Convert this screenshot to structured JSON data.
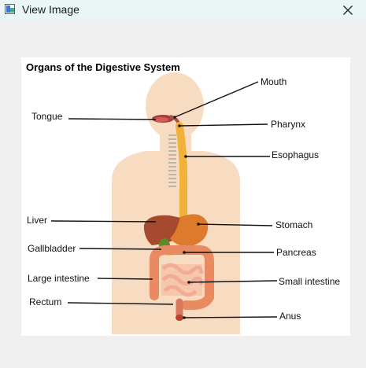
{
  "window": {
    "title": "View Image",
    "app_icon": "image-viewer-icon",
    "close_icon": "close-icon"
  },
  "figure": {
    "title": "Organs of the Digestive System",
    "labels": {
      "mouth": "Mouth",
      "tongue": "Tongue",
      "pharynx": "Pharynx",
      "esophagus": "Esophagus",
      "liver": "Liver",
      "stomach": "Stomach",
      "gallbladder": "Gallbladder",
      "pancreas": "Pancreas",
      "large_intestine": "Large intestine",
      "small_intestine": "Small intestine",
      "rectum": "Rectum",
      "anus": "Anus"
    }
  },
  "colors": {
    "titlebar": "#eaf5f5",
    "window_bg": "#f0f0f0",
    "body_skin": "#f7dcc2",
    "esophagus": "#f2b23a",
    "liver": "#a54a2e",
    "stomach": "#de7a2c",
    "intestine": "#e98a63",
    "gallbladder": "#5a8c2a"
  }
}
